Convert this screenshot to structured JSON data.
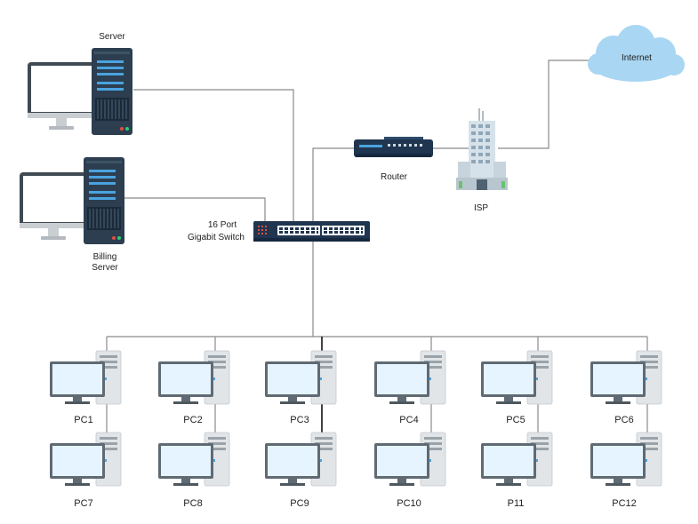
{
  "colors": {
    "line": "#8a8a8a",
    "line_dark": "#111111",
    "screen": "#e6f4ff",
    "monitor_frame": "#5f6a73",
    "server_body": "#2c3e50",
    "server_slot": "#4aa3df",
    "tower": "#e1e5e8",
    "tower_dark": "#b9c0c6",
    "device": "#1f3550",
    "cloud": "#a9d6f2"
  },
  "labels": {
    "server": "Server",
    "billing_line1": "Billing",
    "billing_line2": "Server",
    "switch_line1": "16 Port",
    "switch_line2": "Gigabit Switch",
    "router": "Router",
    "isp": "ISP",
    "internet": "Internet"
  },
  "pcs_top": [
    "PC1",
    "PC2",
    "PC3",
    "PC4",
    "PC5",
    "PC6"
  ],
  "pcs_bottom": [
    "PC7",
    "PC8",
    "PC9",
    "PC10",
    "P11",
    "PC12"
  ]
}
